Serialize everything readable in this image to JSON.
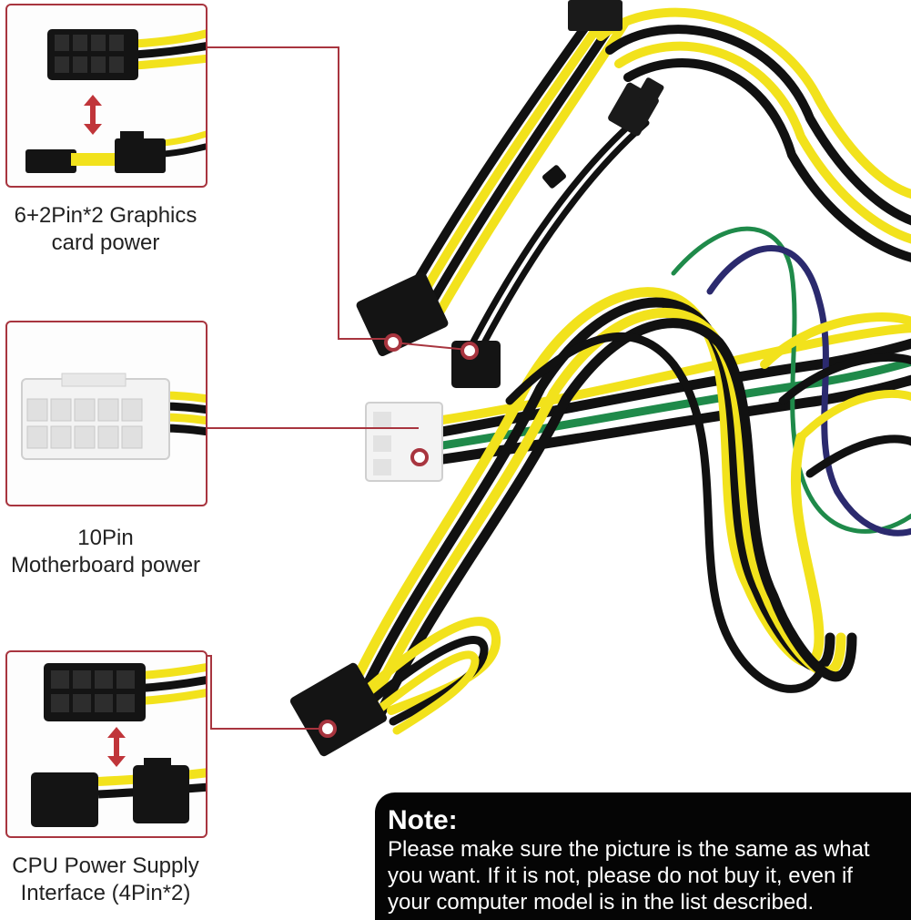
{
  "captions": {
    "graphics": {
      "line1": "6+2Pin*2 Graphics",
      "line2": "card power"
    },
    "motherboard": {
      "line1": "10Pin",
      "line2": "Motherboard power"
    },
    "cpu": {
      "line1": "CPU Power Supply",
      "line2": "Interface (4Pin*2)"
    }
  },
  "note": {
    "title": "Note:",
    "body": "Please make sure the picture is the same as what you want. If it is not, please do not buy it,  even if your computer model is in the list described."
  },
  "colors": {
    "callout": "#a8353f",
    "wire_yellow": "#f2e21c",
    "wire_black": "#111111",
    "wire_green": "#1f8a4a",
    "wire_blue": "#2b2a6e",
    "connector_white": "#f3f3f3",
    "note_bg": "#050505"
  },
  "icons": [
    "double-arrow-icon",
    "callout-dot-icon"
  ]
}
